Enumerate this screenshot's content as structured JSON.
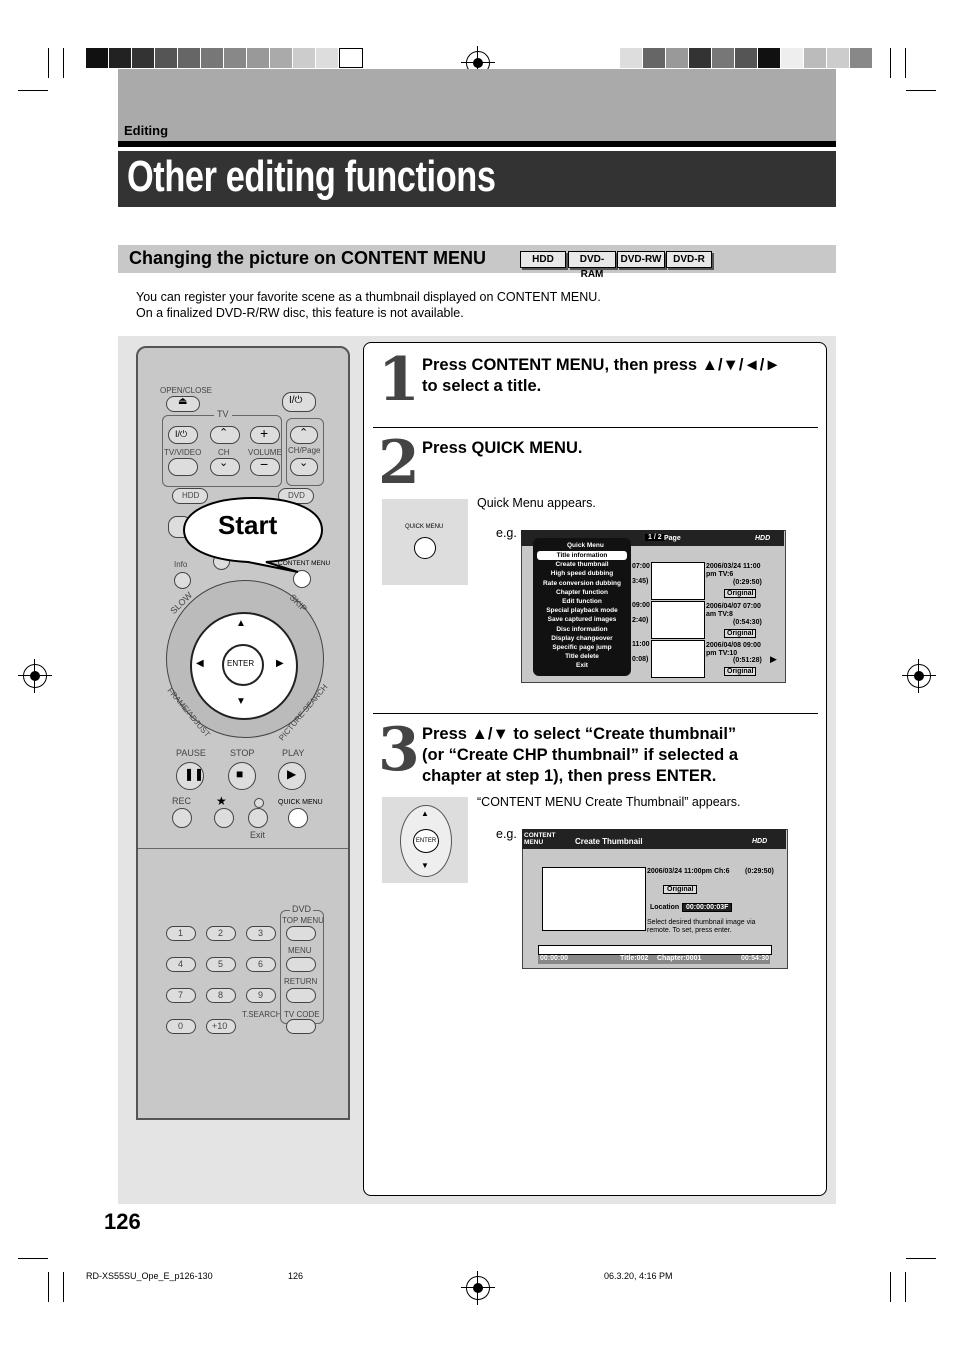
{
  "header": {
    "section": "Editing",
    "title": "Other editing functions"
  },
  "subsection": {
    "title": "Changing the picture on CONTENT MENU",
    "badges": [
      "HDD",
      "DVD-RAM",
      "DVD-RW",
      "DVD-R"
    ]
  },
  "intro": {
    "line1": "You can register your favorite scene as a thumbnail displayed on CONTENT MENU.",
    "line2": "On a finalized DVD-R/RW disc, this feature is not available."
  },
  "remote": {
    "start": "Start",
    "open_close": "OPEN/CLOSE",
    "tv": "TV",
    "tv_video": "TV/VIDEO",
    "ch": "CH",
    "volume": "VOLUME",
    "ch_page": "CH/Page",
    "hdd": "HDD",
    "dvd": "DVD",
    "info": "Info",
    "content_menu": "CONTENT MENU",
    "slow": "SLOW",
    "skip": "SKIP",
    "enter": "ENTER",
    "frame_adjust": "FRAME/ADJUST",
    "picture_search": "PICTURE SEARCH",
    "pause": "PAUSE",
    "stop": "STOP",
    "play": "PLAY",
    "rec": "REC",
    "quick_menu": "QUICK MENU",
    "exit": "Exit",
    "dvd_label": "DVD",
    "top_menu": "TOP MENU",
    "menu": "MENU",
    "return": "RETURN",
    "tsearch": "T.SEARCH",
    "tvcode": "TV CODE",
    "keys": [
      "1",
      "2",
      "3",
      "4",
      "5",
      "6",
      "7",
      "8",
      "9",
      "0",
      "+10"
    ]
  },
  "steps": {
    "s1_num": "1",
    "s1_text_a": "Press CONTENT MENU, then press ▲/▼/◄/►",
    "s1_text_b": "to select a title.",
    "s2_num": "2",
    "s2_text": "Press QUICK MENU.",
    "s2_icon": "QUICK MENU",
    "s2_note": "Quick Menu appears.",
    "s2_eg": "e.g.",
    "s3_num": "3",
    "s3_text_a": "Press ▲/▼ to select “Create thumbnail”",
    "s3_text_b": "(or “Create CHP thumbnail” if selected a",
    "s3_text_c": "chapter at step 1), then press ENTER.",
    "s3_note": "“CONTENT MENU Create Thumbnail” appears.",
    "s3_eg": "e.g.",
    "s3_enter": "ENTER"
  },
  "screen1": {
    "page": "1 / 2",
    "page_label": "Page",
    "hdd": "HDD",
    "quick_menu_title": "Quick Menu",
    "menu_items": [
      "Title information",
      "Create thumbnail",
      "High speed dubbing",
      "Rate conversion dubbing",
      "Chapter function",
      "Edit function",
      "Special playback mode",
      "Save captured images",
      "Disc information",
      "Display changeover",
      "Specific page jump",
      "Title delete",
      "Exit"
    ],
    "left_times": [
      "07:00",
      "3:45)",
      "09:00",
      "2:40)",
      "11:00",
      "0:08)"
    ],
    "entries": [
      {
        "date": "2006/03/24 11:00",
        "ch": "pm  TV:6",
        "dur": "(0:29:50)",
        "tag": "Original"
      },
      {
        "date": "2006/04/07 07:00",
        "ch": "am  TV:8",
        "dur": "(0:54:30)",
        "tag": "Original"
      },
      {
        "date": "2006/04/08 09:00",
        "ch": "pm  TV:10",
        "dur": "(0:51:28)",
        "tag": "Original"
      }
    ]
  },
  "screen2": {
    "menu_logo": "CONTENT MENU",
    "title": "Create Thumbnail",
    "hdd": "HDD",
    "date": "2006/03/24 11:00pm  Ch:6",
    "dur": "(0:29:50)",
    "tag": "Original",
    "location_label": "Location",
    "location_value": "00:00:00:03F",
    "instr1": "Select desired thumbnail image via",
    "instr2": "remote. To set, press enter.",
    "start_time": "00:00:00",
    "end_time": "00:54:30",
    "title_no": "Title:002",
    "chapter_no": "Chapter:0001"
  },
  "page_number": "126",
  "footer": {
    "file": "RD-XS55SU_Ope_E_p126-130",
    "page": "126",
    "date": "06.3.20, 4:16 PM"
  },
  "colors": {
    "header_gray": "#aaaaaa",
    "title_bar": "#333333",
    "subbar": "#c8c8c8",
    "panel": "#e4e4e4"
  }
}
